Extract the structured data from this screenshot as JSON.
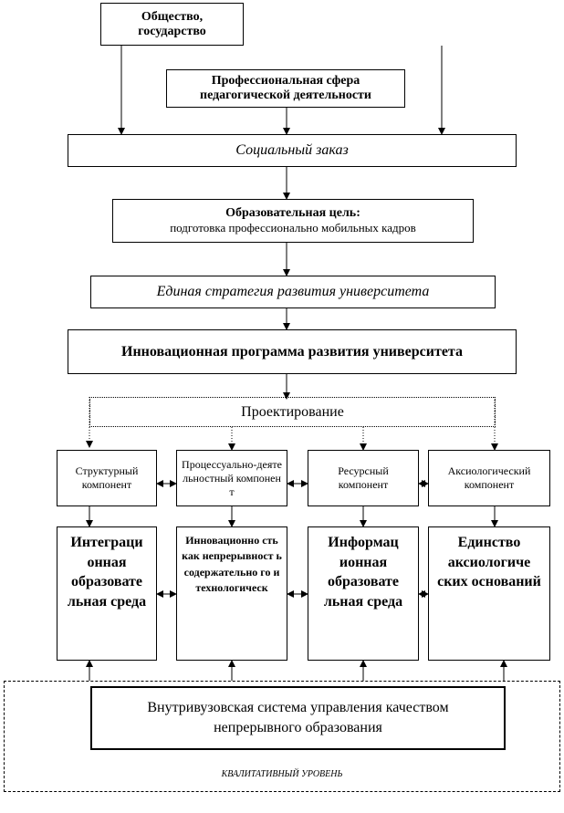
{
  "boxes": {
    "society": "Общество, государство",
    "prof_sphere": "Профессиональная сфера педагогической деятельности",
    "social_order": "Социальный заказ",
    "edu_goal_title": "Образовательная цель:",
    "edu_goal_text": "подготовка профессионально мобильных кадров",
    "strategy": "Единая стратегия развития университета",
    "innov_program": "Инновационная программа развития университета",
    "design": "Проектирование",
    "components": [
      "Структурный компонент",
      "Процессуально-деятельностный компонент",
      "Ресурсный компонент",
      "Аксиологический компонент"
    ],
    "results": [
      "Интеграци онная образовате льная среда",
      "Инновационно сть как непрерывност ь содержательно го и технологическ",
      "Информац ионная образовате льная среда",
      "Единство аксиологиче ских оснований"
    ],
    "quality_system": "Внутривузовская система управления качеством непрерывного образования",
    "level_label": "КВАЛИТАТИВНЫЙ УРОВЕНЬ"
  }
}
